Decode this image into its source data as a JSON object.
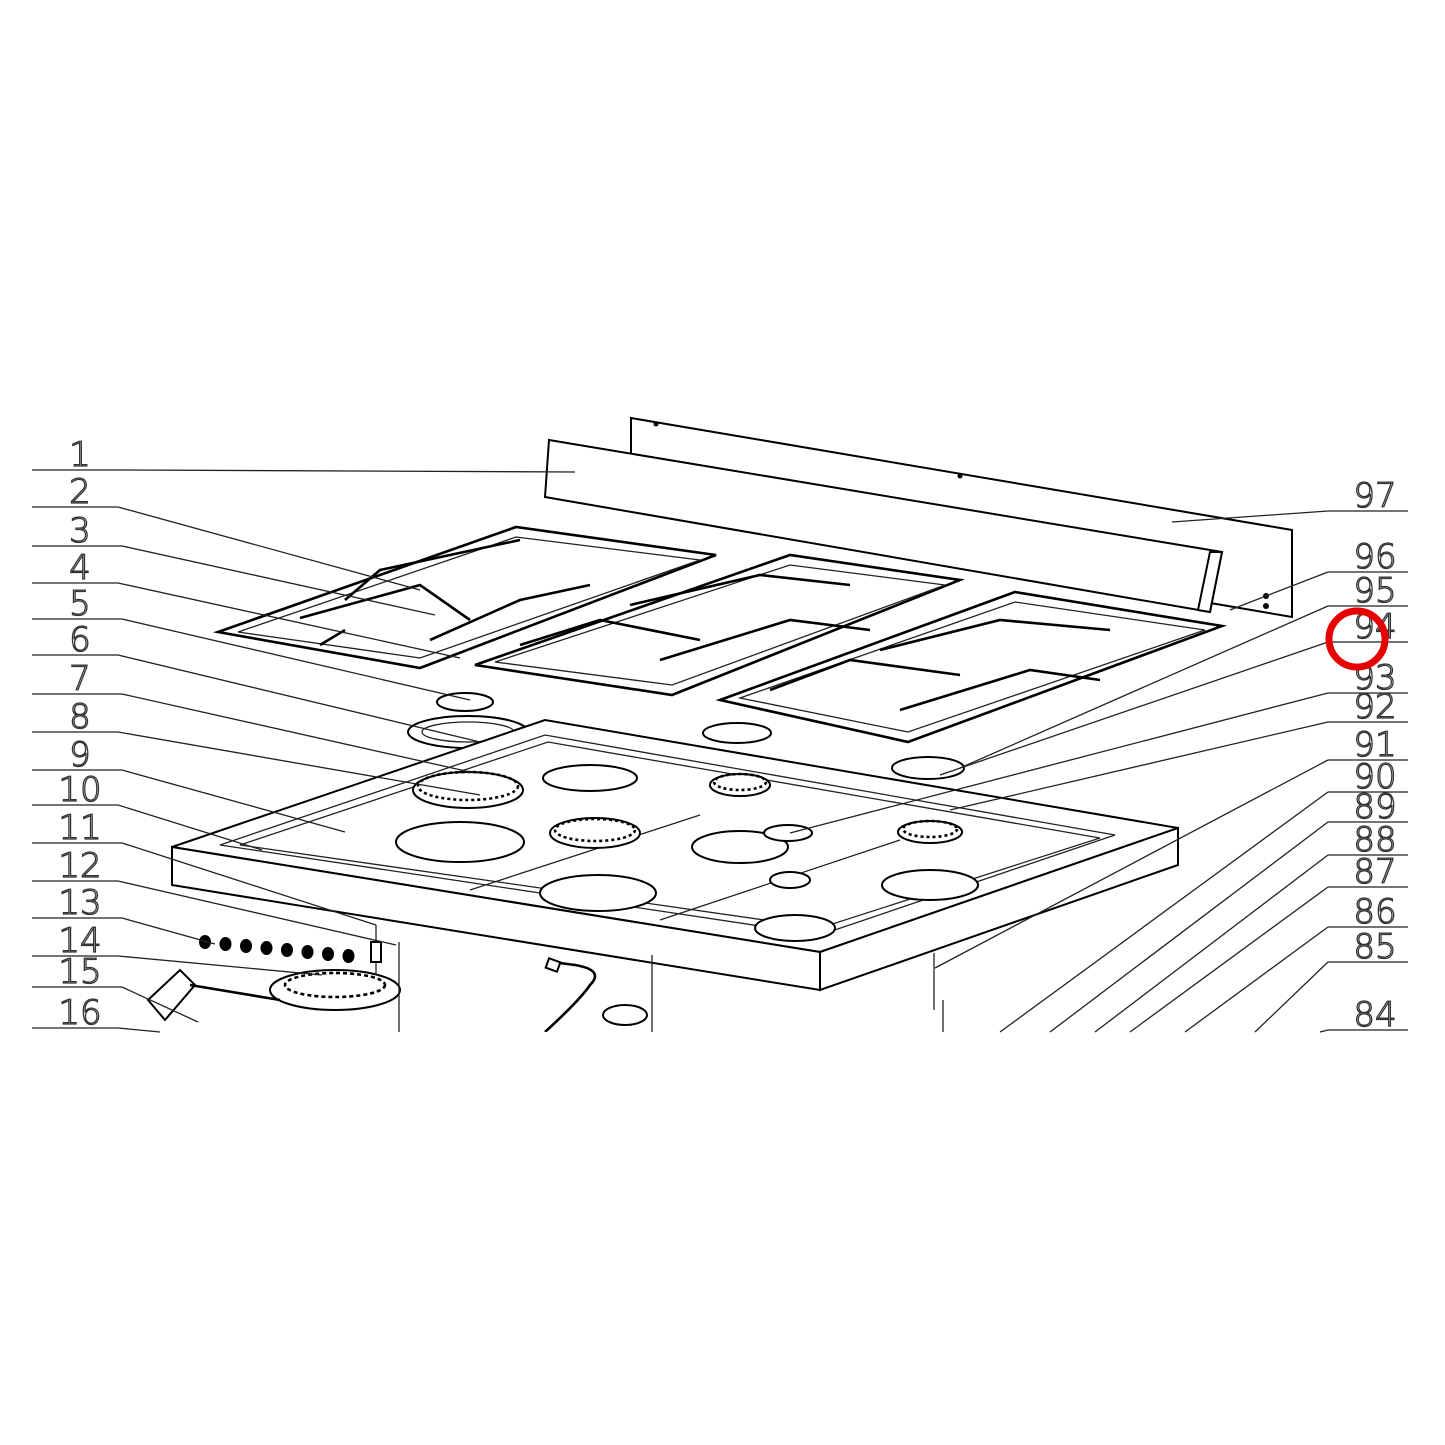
{
  "diagram": {
    "left_labels": [
      "1",
      "2",
      "3",
      "4",
      "5",
      "6",
      "7",
      "8",
      "9",
      "10",
      "11",
      "12",
      "13",
      "14",
      "15",
      "16"
    ],
    "right_labels": [
      "97",
      "96",
      "95",
      "94",
      "93",
      "92",
      "91",
      "90",
      "89",
      "88",
      "87",
      "86",
      "85",
      "84"
    ],
    "highlighted_label": "94",
    "highlight_color": "#e60000",
    "line_color": "#000000"
  }
}
